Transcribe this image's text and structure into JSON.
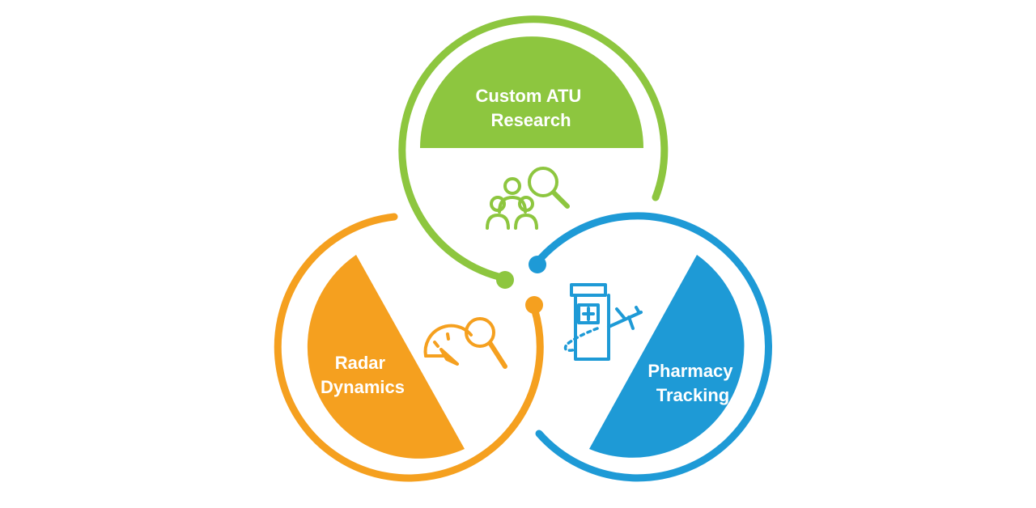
{
  "colors": {
    "green": "#8dc63f",
    "orange": "#f5a01f",
    "blue": "#1e9ad6",
    "background": "#ffffff"
  },
  "segments": [
    {
      "id": "custom-atu-research",
      "label_lines": [
        "Custom ATU",
        "Research"
      ],
      "color": "green",
      "icon": "people-magnifier-icon"
    },
    {
      "id": "radar-dynamics",
      "label_lines": [
        "Radar",
        "Dynamics"
      ],
      "color": "orange",
      "icon": "gauge-magnifier-icon"
    },
    {
      "id": "pharmacy-tracking",
      "label_lines": [
        "Pharmacy",
        "Tracking"
      ],
      "color": "blue",
      "icon": "pharmacy-plane-icon"
    }
  ]
}
